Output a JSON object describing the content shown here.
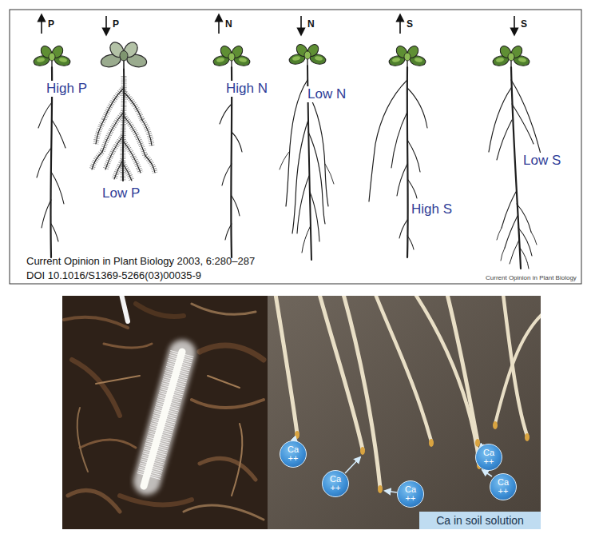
{
  "diagram": {
    "nodes": [
      {
        "text": [
          "Ca ++"
        ]
      },
      {
        "text": [
          "Ca ++"
        ]
      },
      {
        "text": [
          "Ca ++"
        ]
      },
      {
        "text": [
          "Ca ++"
        ]
      },
      {
        "text": [
          "Ca ++"
        ]
      },
      {
        "text": [
          "Ca in soil solution"
        ]
      }
    ],
    "labels": [
      "P",
      "P",
      "N",
      "N",
      "S",
      "S",
      "High P",
      "Low P",
      "High N",
      "Low N",
      "High S",
      "Low S",
      "Current Opinion in Plant Biology 2003, 6:280–287",
      "DOI 10.1016/S1369-5266(03)00035-9",
      "Current Opinion in Plant Biology"
    ]
  }
}
